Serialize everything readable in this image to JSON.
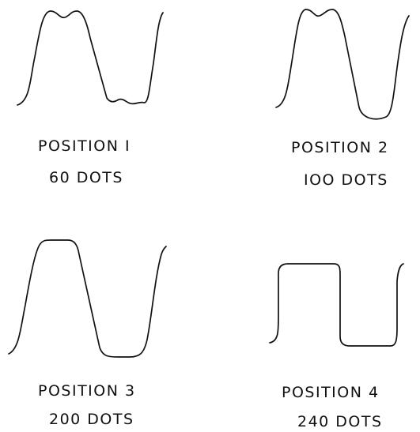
{
  "panels": [
    {
      "position_label": "POSITION I",
      "dots_label": "60 DOTS"
    },
    {
      "position_label": "POSITION 2",
      "dots_label": "IOO DOTS"
    },
    {
      "position_label": "POSITION 3",
      "dots_label": "200 DOTS"
    },
    {
      "position_label": "POSITION 4",
      "dots_label": "240 DOTS"
    }
  ]
}
